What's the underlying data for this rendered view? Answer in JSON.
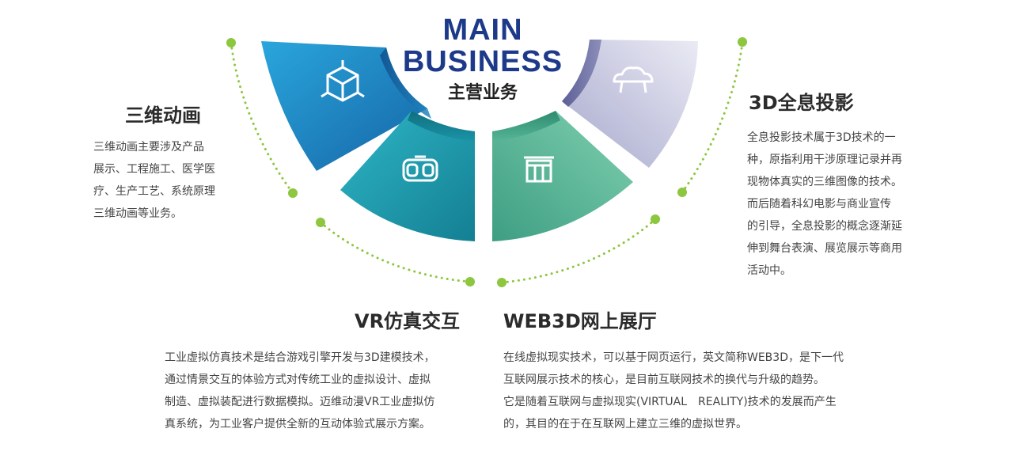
{
  "header": {
    "title_en_line1": "MAIN",
    "title_en_line2": "BUSINESS",
    "title_cn": "主营业务"
  },
  "sections": {
    "animation": {
      "title": "三维动画",
      "icon": "cube-icon",
      "lines": [
        "三维动画主要涉及产品",
        "展示、工程施工、医学医",
        "疗、生产工艺、系统原理",
        "三维动画等业务。"
      ]
    },
    "vr": {
      "title": "VR仿真交互",
      "icon": "vr-headset-icon",
      "lines": [
        "工业虚拟仿真技术是结合游戏引擎开发与3D建模技术，",
        "通过情景交互的体验方式对传统工业的虚拟设计、虚拟",
        "制造、虚拟装配进行数据模拟。迈维动漫VR工业虚拟仿",
        "真系统，为工业客户提供全新的互动体验式展示方案。"
      ]
    },
    "web3d": {
      "title": "WEB3D网上展厅",
      "icon": "exhibition-hall-icon",
      "lines": [
        "在线虚拟现实技术，可以基于网页运行，英文简称WEB3D，是下一代",
        "互联网展示技术的核心，是目前互联网技术的换代与升级的趋势。",
        "它是随着互联网与虚拟现实(VIRTUAL　REALITY)技术的发展而产生",
        "的，其目的在于在互联网上建立三维的虚拟世界。"
      ]
    },
    "hologram": {
      "title": "3D全息投影",
      "icon": "hologram-projector-icon",
      "lines": [
        "全息投影技术属于3D技术的一",
        "种，原指利用干涉原理记录并再",
        "现物体真实的三维图像的技术。",
        "而后随着科幻电影与商业宣传",
        "的引导，全息投影的概念逐渐延",
        "伸到舞台表演、展览展示等商用",
        "活动中。"
      ]
    }
  },
  "colors": {
    "animation": "#1a86c2",
    "vr": "#1c9aa5",
    "web3d": "#4eae8c",
    "hologram": "#9a9cc4",
    "title_blue": "#1d3a8a",
    "dot_green": "#8dc63f"
  }
}
